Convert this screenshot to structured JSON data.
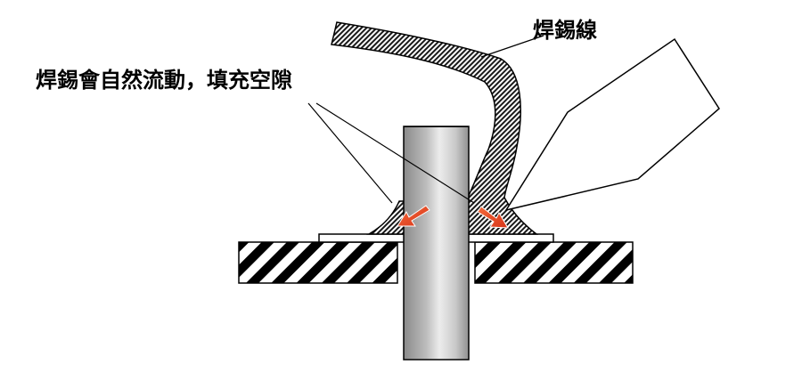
{
  "labels": {
    "solder_wire": "焊錫線",
    "solder_flow": "焊錫會自然流動，填充空隙"
  },
  "colors": {
    "background": "#ffffff",
    "outline": "#000000",
    "pin_dark": "#8a8a8a",
    "pin_light": "#ececec",
    "arrow": "#e8401e",
    "hatch": "#000000"
  },
  "icons": {
    "flow_arrow": "red-arrow"
  }
}
